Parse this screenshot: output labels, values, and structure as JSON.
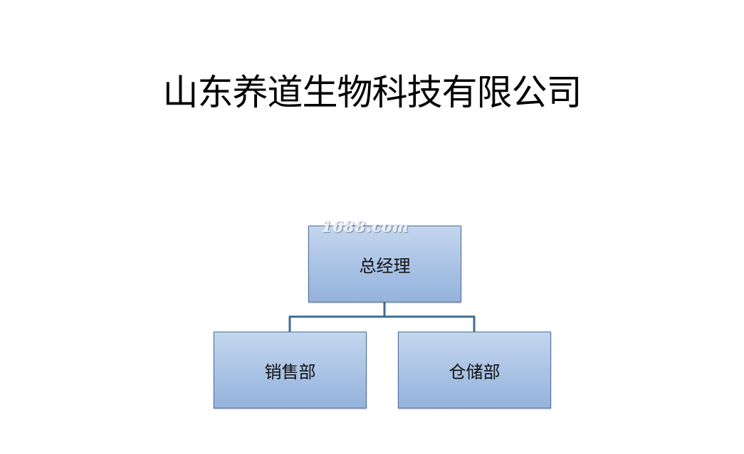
{
  "title": "山东养道生物科技有限公司",
  "org_chart": {
    "root": {
      "label": "总经理"
    },
    "children": [
      {
        "label": "销售部"
      },
      {
        "label": "仓储部"
      }
    ]
  },
  "watermark": "1688.com",
  "colors": {
    "node_fill_top": "#c4d6ee",
    "node_fill_bottom": "#95b3dc",
    "node_border": "#4f6f99",
    "connector": "#3f6d92"
  }
}
